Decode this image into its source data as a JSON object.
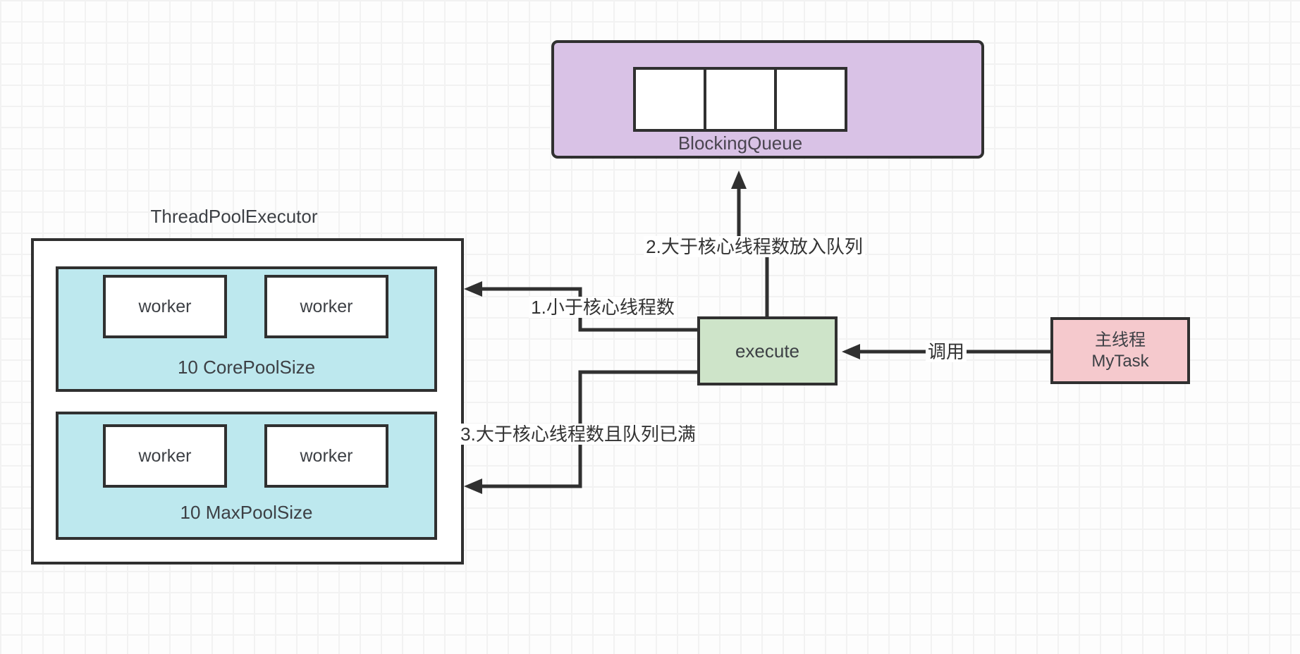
{
  "diagram": {
    "title": "ThreadPoolExecutor",
    "blocking_queue": {
      "label": "BlockingQueue",
      "cell_count": 3
    },
    "core_pool": {
      "label": "10 CorePoolSize",
      "workers": [
        "worker",
        "worker"
      ]
    },
    "max_pool": {
      "label": "10 MaxPoolSize",
      "workers": [
        "worker",
        "worker"
      ]
    },
    "execute": {
      "label": "execute"
    },
    "main_thread": {
      "line1": "主线程",
      "line2": "MyTask"
    },
    "edges": {
      "call": "调用",
      "case1": "1.小于核心线程数",
      "case2": "2.大于核心线程数放入队列",
      "case3": "3.大于核心线程数且队列已满"
    },
    "colors": {
      "queue_fill": "#d9c2e6",
      "pool_fill": "#bde8ee",
      "execute_fill": "#cee4c9",
      "main_fill": "#f5c9cd",
      "stroke": "#303030"
    }
  }
}
